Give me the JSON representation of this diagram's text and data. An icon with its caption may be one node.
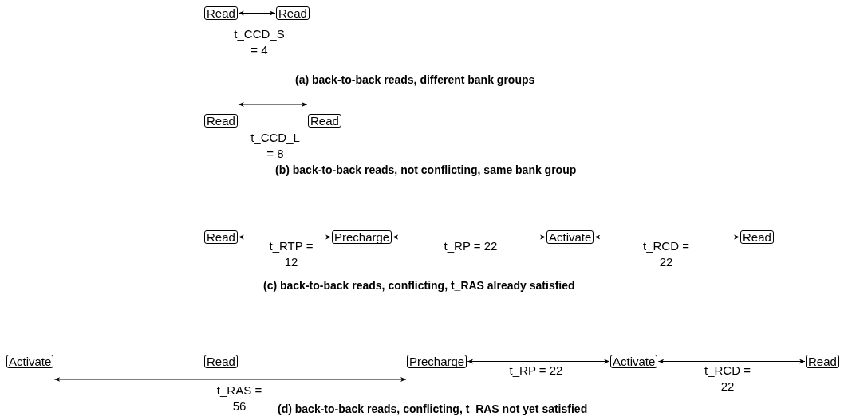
{
  "diagram": {
    "nodes": [
      {
        "text": [
          "Read"
        ]
      },
      {
        "text": [
          "Read"
        ]
      },
      {
        "text": [
          "Read"
        ]
      },
      {
        "text": [
          "Read"
        ]
      },
      {
        "text": [
          "Read"
        ]
      },
      {
        "text": [
          "Precharge"
        ]
      },
      {
        "text": [
          "Activate"
        ]
      },
      {
        "text": [
          "Read"
        ]
      },
      {
        "text": [
          "Activate"
        ]
      },
      {
        "text": [
          "Read"
        ]
      },
      {
        "text": [
          "Precharge"
        ]
      },
      {
        "text": [
          "Activate"
        ]
      },
      {
        "text": [
          "Read"
        ]
      }
    ],
    "edges": [
      {
        "from": 0,
        "to": 1,
        "arrow": "both",
        "label": "t_CCD_S = 4"
      },
      {
        "from": 2,
        "to": 3,
        "arrow": "both",
        "label": "t_CCD_L = 8"
      },
      {
        "from": 4,
        "to": 5,
        "arrow": "both",
        "label": "t_RTP = 12"
      },
      {
        "from": 5,
        "to": 6,
        "arrow": "both",
        "label": "t_RP = 22"
      },
      {
        "from": 6,
        "to": 7,
        "arrow": "both",
        "label": "t_RCD = 22"
      },
      {
        "from": 8,
        "to": 10,
        "arrow": "both",
        "label": "t_RAS = 56"
      },
      {
        "from": 10,
        "to": 11,
        "arrow": "both",
        "label": "t_RP = 22"
      },
      {
        "from": 11,
        "to": 12,
        "arrow": "both",
        "label": "t_RCD = 22"
      }
    ],
    "labels": [
      "(a) back-to-back reads, different bank groups",
      "(b) back-to-back reads, not conflicting, same bank group",
      "(c) back-to-back reads, conflicting, t_RAS already satisfied",
      "(d) back-to-back reads, conflicting, t_RAS not yet satisfied"
    ]
  }
}
